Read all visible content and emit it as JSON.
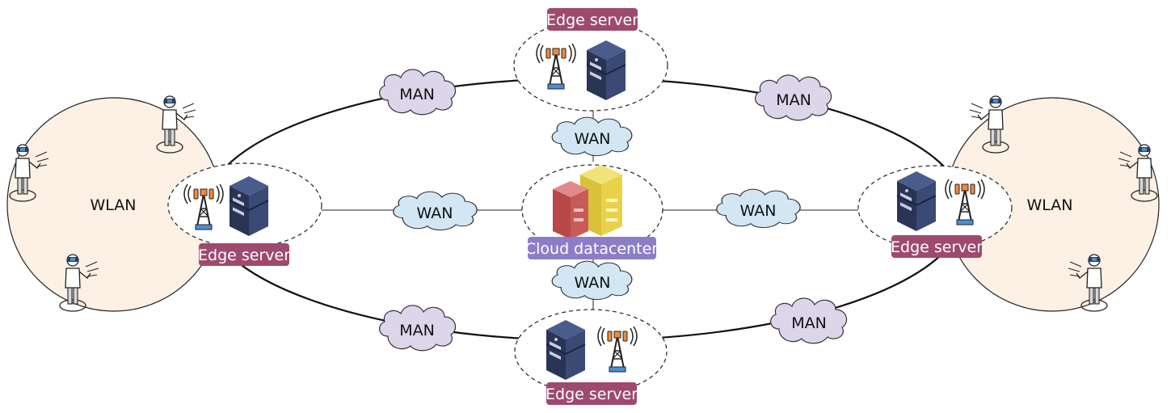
{
  "labels": {
    "wlan_left": "WLAN",
    "wlan_right": "WLAN",
    "edge_top": "Edge server",
    "edge_left": "Edge server",
    "edge_right": "Edge server",
    "edge_bottom": "Edge server",
    "cloud_center": "Cloud datacenter",
    "man_top_left": "MAN",
    "man_top_right": "MAN",
    "man_bottom_left": "MAN",
    "man_bottom_right": "MAN",
    "wan_top": "WAN",
    "wan_bottom": "WAN",
    "wan_left": "WAN",
    "wan_right": "WAN"
  },
  "colors": {
    "edge_tag": "#9e4a6f",
    "cloud_tag": "#8c7ec6",
    "man_cloud": "#ddd5ea",
    "wan_cloud": "#d3e6f4",
    "wlan_fill": "#fdf0e4",
    "server_dark": "#2e3a5c",
    "server_light": "#3d4d78",
    "server_red": "#c95a5a",
    "server_yellow": "#e8d24a",
    "antenna_orange": "#f08a3c",
    "antenna_blue": "#4a8fd4"
  },
  "icons": [
    "vr-user-icon",
    "cell-tower-icon",
    "server-rack-icon",
    "datacenter-icon",
    "network-cloud-icon"
  ]
}
